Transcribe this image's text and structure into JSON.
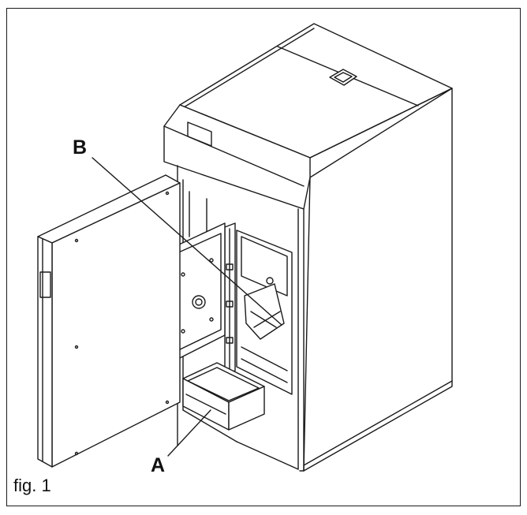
{
  "figure": {
    "caption": "fig. 1",
    "labels": {
      "a": "A",
      "b": "B"
    }
  },
  "colors": {
    "line": "#1a1a1a",
    "background": "#ffffff"
  }
}
